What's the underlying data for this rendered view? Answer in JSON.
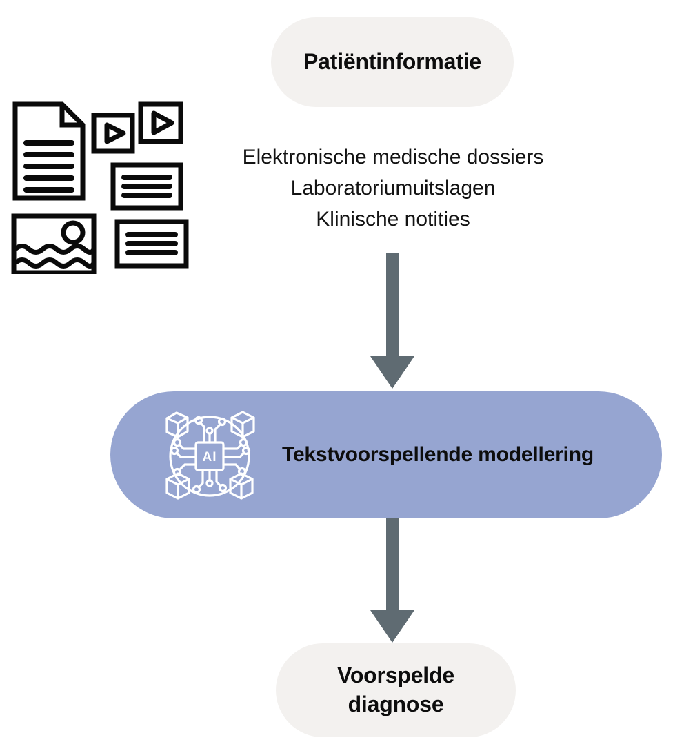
{
  "diagram": {
    "title_box": {
      "label": "Patiëntinformatie",
      "bg_color": "#f3f1ef",
      "text_color": "#0d0d0d"
    },
    "sources": {
      "icons": [
        "document-icon",
        "video-play-icon-small",
        "video-play-icon-large",
        "text-block-icon-upper",
        "text-block-icon-lower",
        "image-photo-icon"
      ],
      "lines": [
        "Elektronische medische dossiers",
        "Laboratoriumuitslagen",
        "Klinische notities"
      ]
    },
    "arrow_1": {
      "name": "arrow-down-to-model",
      "color": "#5f6b72"
    },
    "model_box": {
      "label": "Tekstvoorspellende modellering",
      "bg_color": "#96a5d1",
      "text_color": "#0d0d0d",
      "icon": "ai-circuit-chip-icon",
      "icon_chip_label": "AI",
      "icon_color": "#ffffff"
    },
    "arrow_2": {
      "name": "arrow-down-to-diagnosis",
      "color": "#5f6b72"
    },
    "output_box": {
      "label_line_1": "Voorspelde",
      "label_line_2": "diagnose",
      "bg_color": "#f3f1ef",
      "text_color": "#0d0d0d"
    },
    "background_color": "#ffffff"
  }
}
